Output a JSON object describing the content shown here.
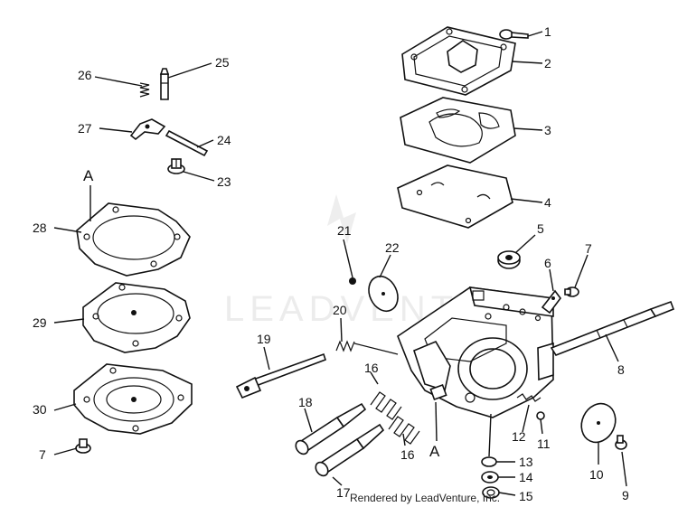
{
  "diagram": {
    "callouts": [
      "1",
      "2",
      "3",
      "4",
      "5",
      "6",
      "7",
      "8",
      "9",
      "10",
      "11",
      "12",
      "13",
      "14",
      "15",
      "16",
      "16",
      "17",
      "18",
      "19",
      "20",
      "21",
      "22",
      "23",
      "24",
      "25",
      "26",
      "27",
      "28",
      "29",
      "30",
      "7"
    ],
    "reference_letters": [
      "A",
      "A"
    ],
    "watermark": "LEADVENTURE",
    "credit": "Rendered by LeadVenture, Inc."
  }
}
